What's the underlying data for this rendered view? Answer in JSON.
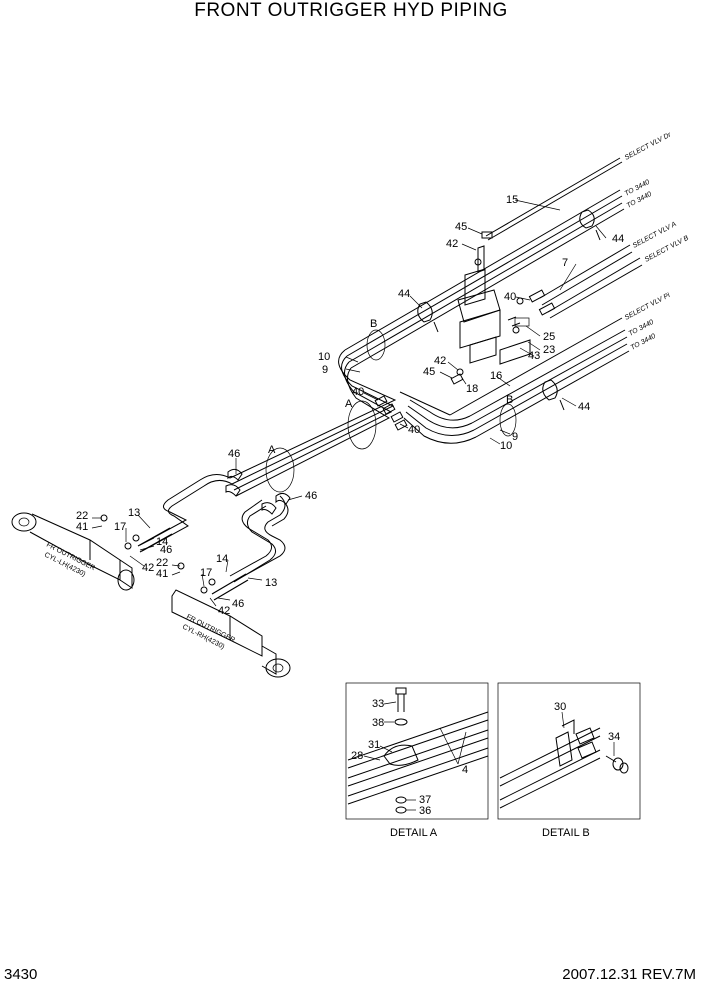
{
  "title": "FRONT OUTRIGGER HYD PIPING",
  "footer": {
    "page": "3430",
    "revision": "2007.12.31  REV.7M"
  },
  "destinations": {
    "select_dr": "SELECT VLV  Dr",
    "to3440_a": "TO 3440",
    "to3440_b": "TO 3440",
    "select_a": "SELECT VLV  A",
    "select_b": "SELECT VLV  B",
    "select_pi": "SELECT VLV  Pi",
    "to3440_c": "TO 3440",
    "to3440_d": "TO 3440"
  },
  "cylinder": {
    "line1": "FR OUTRIGGER",
    "line2": "CYL-LH(4230)",
    "line3": "FR OUTRIGGER",
    "line4": "CYL-RH(4230)"
  },
  "detail_markers": {
    "a1": "A",
    "a2": "A",
    "b1": "B",
    "b2": "B"
  },
  "parts": {
    "p15": "15",
    "p45a": "45",
    "p42a": "42",
    "p44a": "44",
    "p7": "7",
    "p44b": "44",
    "p40a": "40",
    "p25": "25",
    "p23": "23",
    "p43": "43",
    "p42b": "42",
    "p45b": "45",
    "p18": "18",
    "p16": "16",
    "p10a": "10",
    "p9a": "9",
    "p40b": "40",
    "p40c": "40",
    "p44c": "44",
    "p9b": "9",
    "p10b": "10",
    "p46a": "46",
    "p46b": "46",
    "p22a": "22",
    "p41a": "41",
    "p13a": "13",
    "p17a": "17",
    "p14a": "14",
    "p46c": "46",
    "p42c": "42",
    "p14b": "14",
    "p22b": "22",
    "p41b": "41",
    "p17b": "17",
    "p13b": "13",
    "p46d": "46",
    "p42d": "42"
  },
  "detail_a": {
    "caption": "DETAIL  A",
    "p33": "33",
    "p38": "38",
    "p31": "31",
    "p28": "28",
    "p4": "4",
    "p37": "37",
    "p36": "36"
  },
  "detail_b": {
    "caption": "DETAIL  B",
    "p30": "30",
    "p34": "34"
  }
}
